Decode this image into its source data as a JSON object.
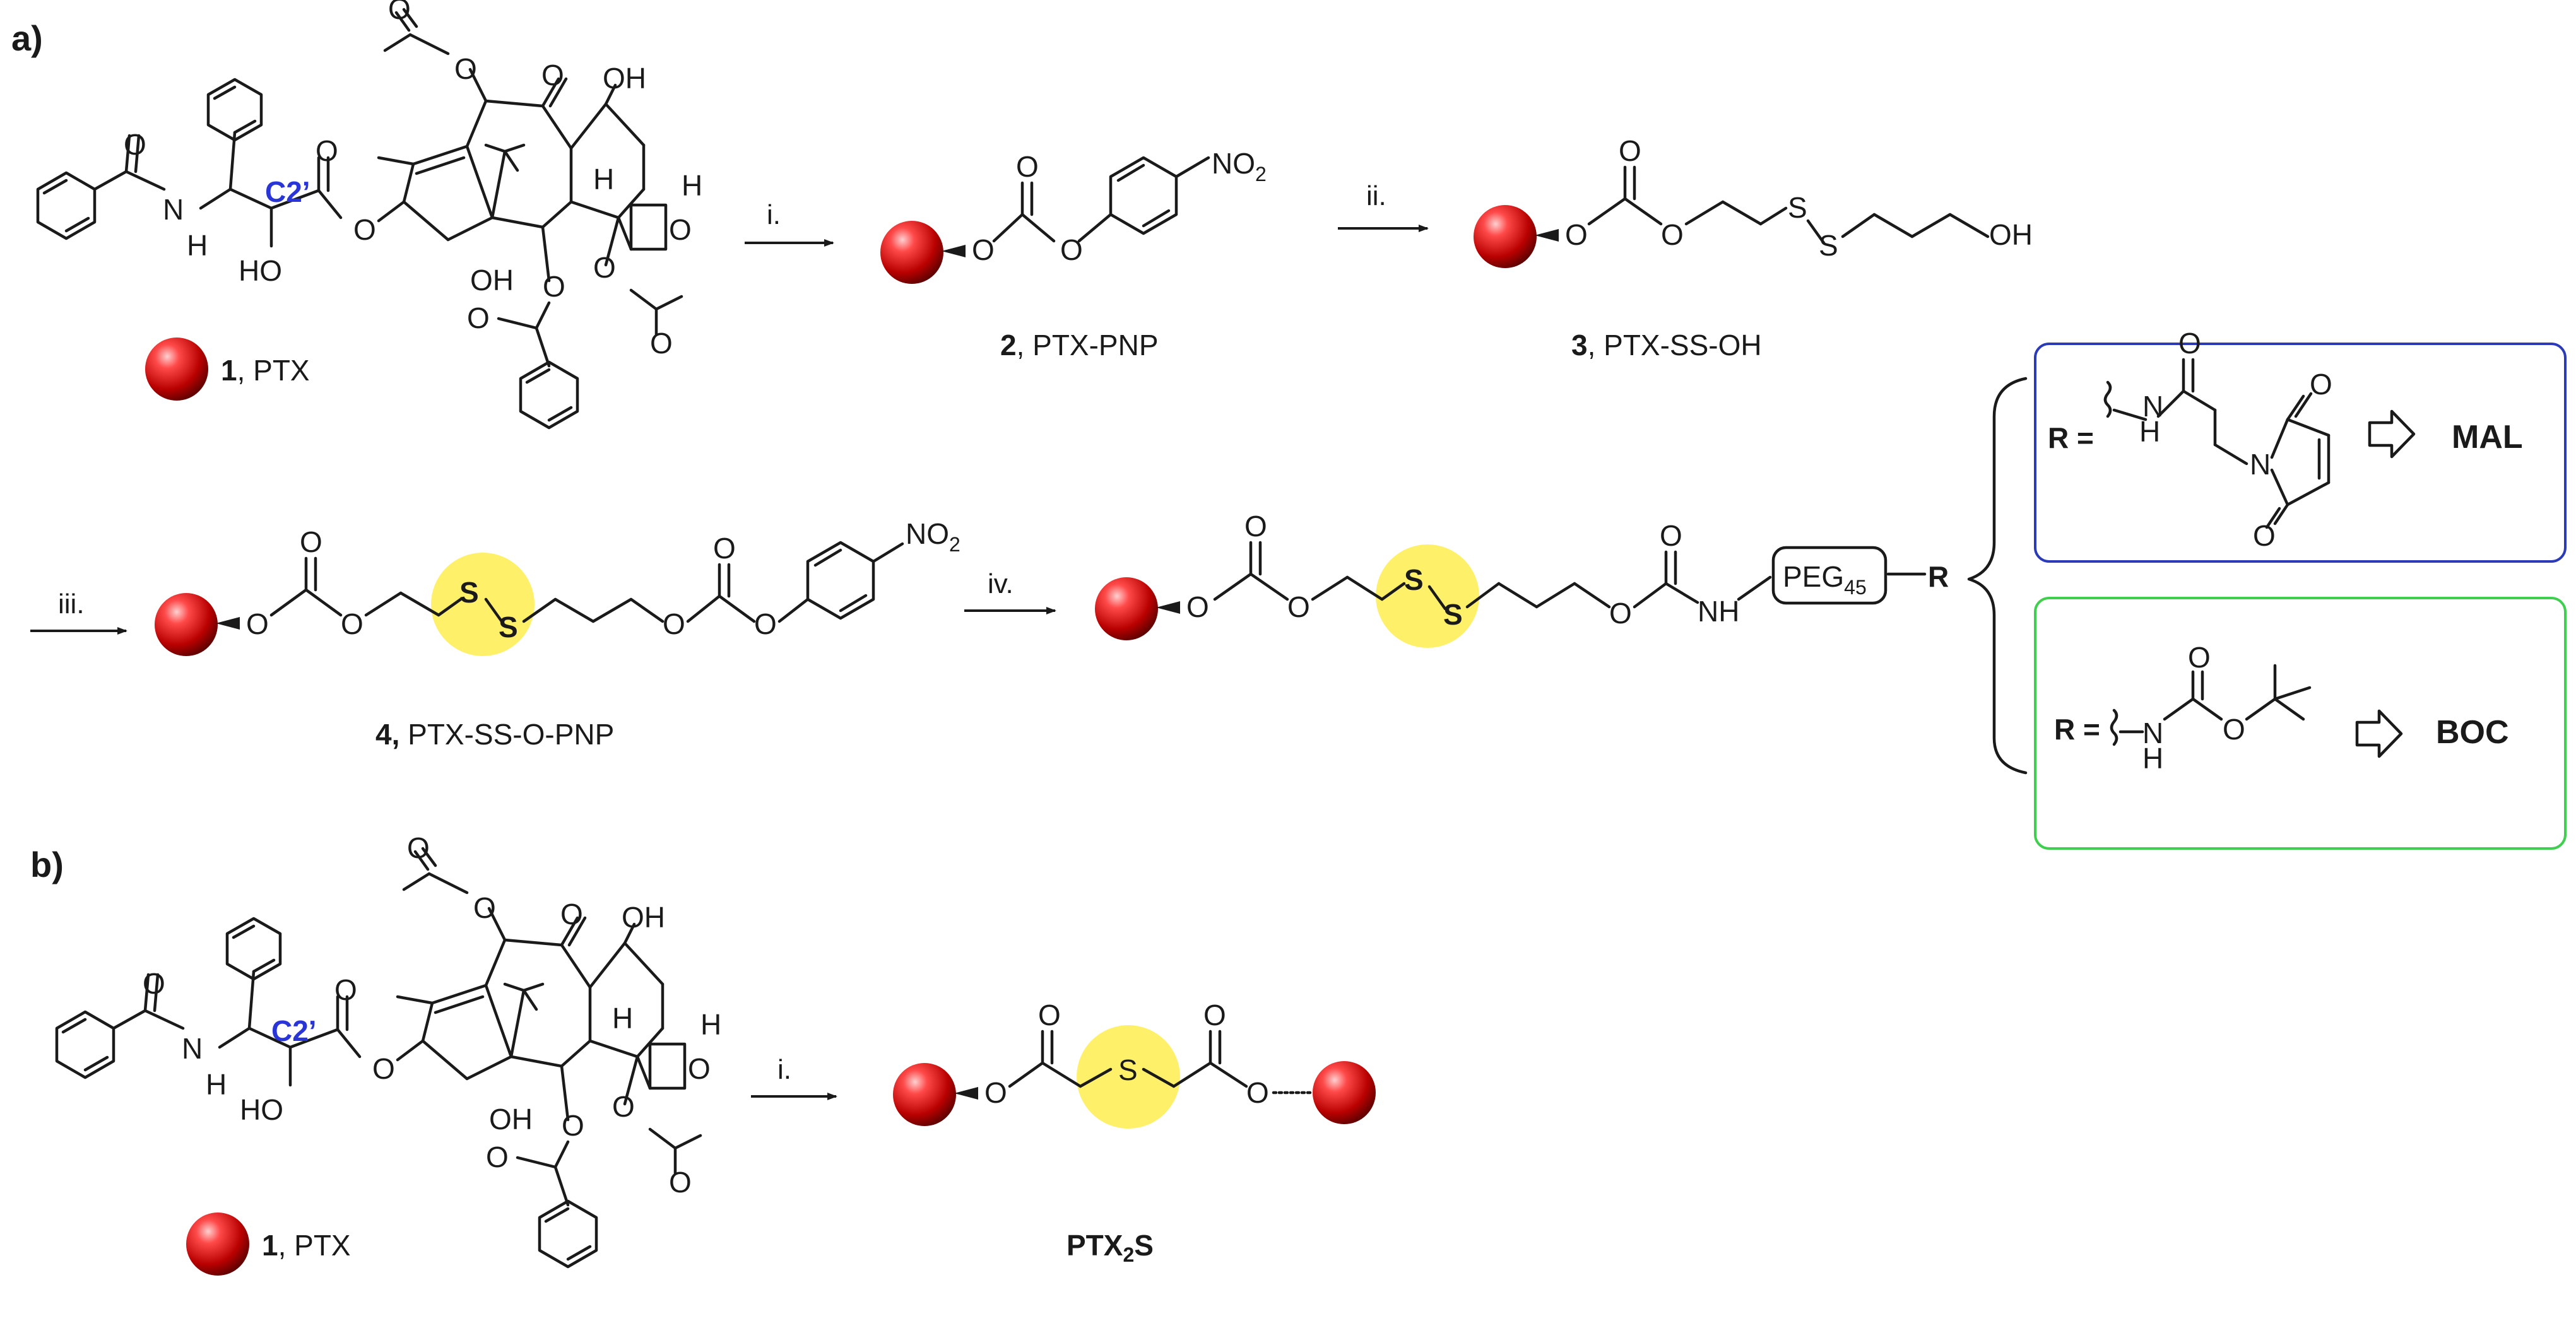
{
  "panels": {
    "a": "a)",
    "b": "b)"
  },
  "c2_label": "C2’",
  "atoms": {
    "OH": "OH",
    "HO": "HO",
    "H": "H",
    "O": "O",
    "NH": "NH",
    "N": "N",
    "S": "S",
    "NO2_main": "NO",
    "NO2_sub": "2"
  },
  "steps": {
    "i": "i.",
    "ii": "ii.",
    "iii": "iii.",
    "iv": "iv."
  },
  "compounds": {
    "c1_num": "1",
    "c1_name": ", PTX",
    "c2_num": "2",
    "c2_name": ", PTX-PNP",
    "c3_num": "3",
    "c3_name": ", PTX-SS-OH",
    "c4_num": "4,",
    "c4_name": " PTX-SS-O-PNP",
    "ptx2s_main": "PTX",
    "ptx2s_sub": "2",
    "ptx2s_end": "S"
  },
  "peg": {
    "main": "PEG",
    "sub": "45"
  },
  "r_label": "R",
  "r_equals": "R =",
  "boxes": {
    "mal": {
      "label": "MAL",
      "color": "#2b3bb8"
    },
    "boc": {
      "label": "BOC",
      "color": "#3fcf4f"
    }
  },
  "colors": {
    "ptx_sphere_light": "#ff7a7a",
    "ptx_sphere_dark": "#7a0000",
    "disulfide_highlight": "#fff06a",
    "c2_label": "#2a35d8"
  }
}
